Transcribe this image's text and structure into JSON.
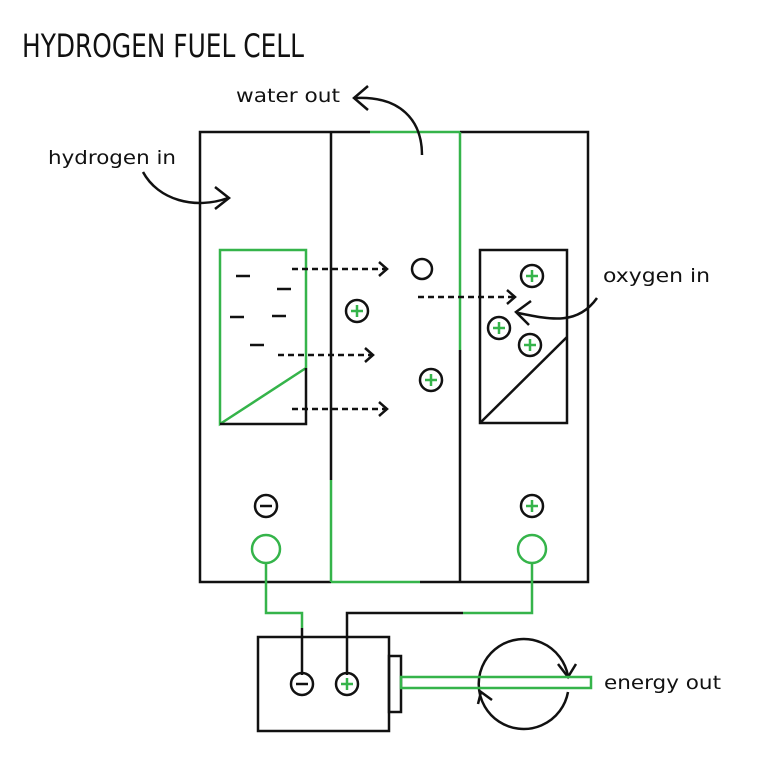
{
  "title": "HYDROGEN FUEL CELL",
  "labels": {
    "water_out": "water out",
    "hydrogen_in": "hydrogen in",
    "oxygen_in": "oxygen in",
    "energy_out": "energy out"
  },
  "colors": {
    "line": "#111111",
    "accent": "#35b44a"
  },
  "icons": [
    "arrow-icon",
    "minus-sign-icon",
    "plus-ion-icon",
    "electron-icon",
    "rotation-arrow-icon"
  ]
}
